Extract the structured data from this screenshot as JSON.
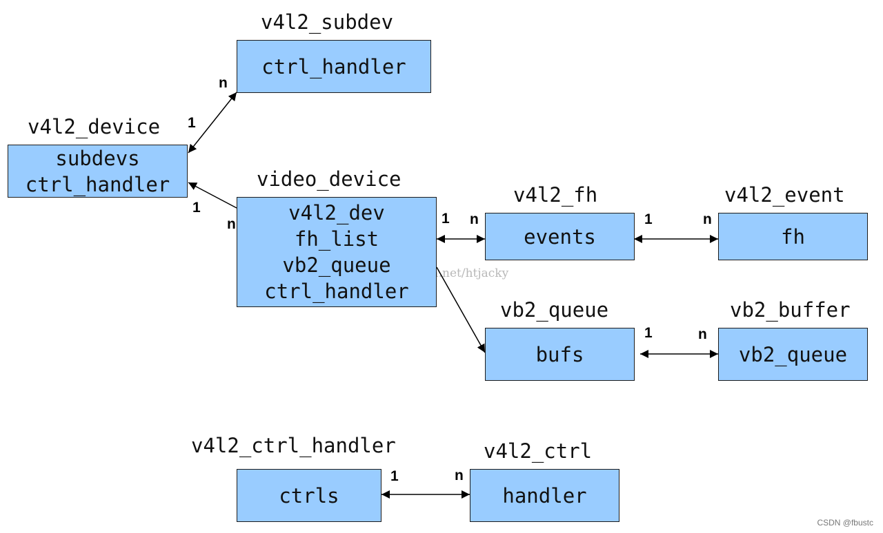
{
  "structs": {
    "v4l2_subdev": {
      "title": "v4l2_subdev",
      "fields": [
        "ctrl_handler"
      ]
    },
    "v4l2_device": {
      "title": "v4l2_device",
      "fields": [
        "subdevs",
        "ctrl_handler"
      ]
    },
    "video_device": {
      "title": "video_device",
      "fields": [
        "v4l2_dev",
        "fh_list",
        "vb2_queue",
        "ctrl_handler"
      ]
    },
    "v4l2_fh": {
      "title": "v4l2_fh",
      "fields": [
        "events"
      ]
    },
    "v4l2_event": {
      "title": "v4l2_event",
      "fields": [
        "fh"
      ]
    },
    "vb2_queue": {
      "title": "vb2_queue",
      "fields": [
        "bufs"
      ]
    },
    "vb2_buffer": {
      "title": "vb2_buffer",
      "fields": [
        "vb2_queue"
      ]
    },
    "v4l2_ctrl_handler": {
      "title": "v4l2_ctrl_handler",
      "fields": [
        "ctrls"
      ]
    },
    "v4l2_ctrl": {
      "title": "v4l2_ctrl",
      "fields": [
        "handler"
      ]
    }
  },
  "relations": {
    "device_subdev": {
      "from_card": "1",
      "to_card": "n"
    },
    "video_device": {
      "from_card": "1",
      "to_card": "n"
    },
    "video_fh": {
      "from_card": "1",
      "to_card": "n"
    },
    "fh_event": {
      "from_card": "1",
      "to_card": "n"
    },
    "queue_buffer": {
      "from_card": "1",
      "to_card": "n"
    },
    "handler_ctrl": {
      "from_card": "1",
      "to_card": "n"
    }
  },
  "watermark": "http://blog.csdn.net/htjacky",
  "credit": "CSDN @fbustc",
  "colors": {
    "box_fill": "#99ccff",
    "border": "#1a1a1a",
    "arrow": "#000000"
  }
}
